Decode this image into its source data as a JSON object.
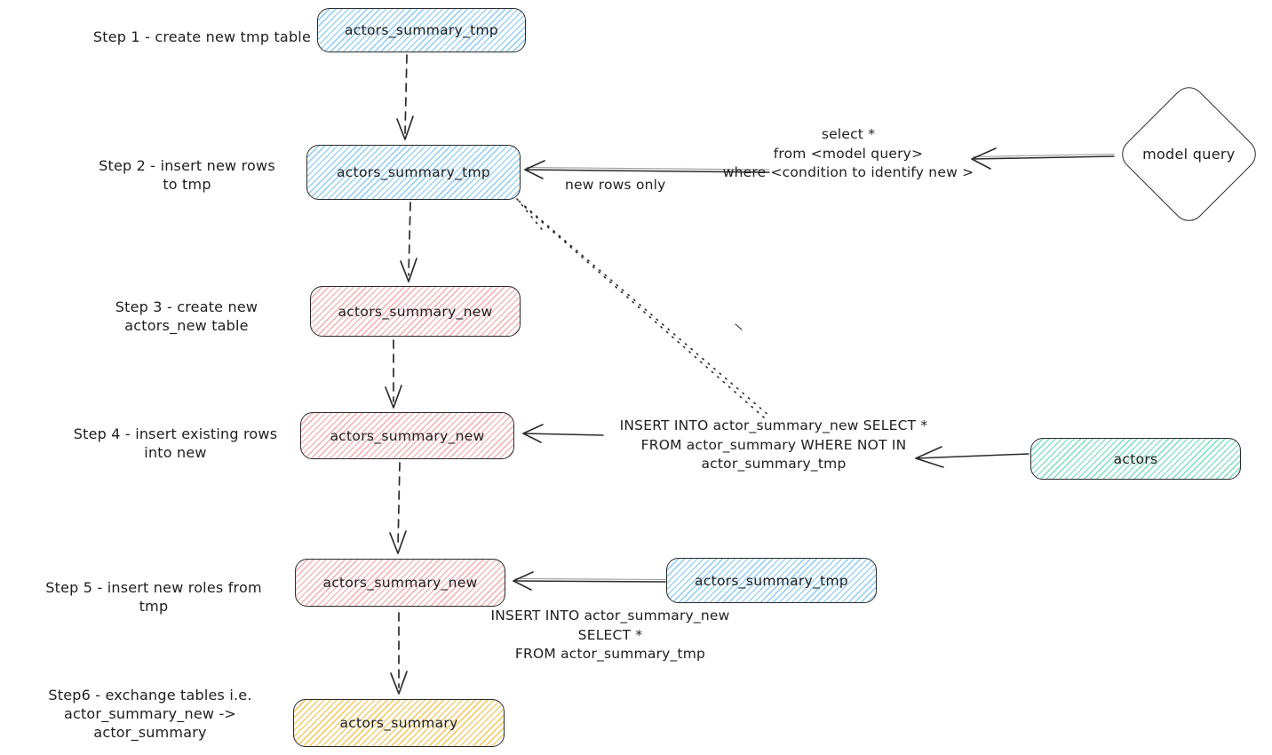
{
  "steps": [
    {
      "label_line1": "Step 1 - create new tmp table",
      "label_line2": "",
      "table": "actors_summary_tmp",
      "fill": "blue"
    },
    {
      "label_line1": "Step 2 - insert new rows",
      "label_line2": "to tmp",
      "table": "actors_summary_tmp",
      "fill": "blue"
    },
    {
      "label_line1": "Step 3 - create new",
      "label_line2": "actors_new table",
      "table": "actors_summary_new",
      "fill": "pink"
    },
    {
      "label_line1": "Step 4 - insert existing rows",
      "label_line2": "into new",
      "table": "actors_summary_new",
      "fill": "pink"
    },
    {
      "label_line1": "Step 5 - insert new roles from tmp",
      "label_line2": "",
      "table": "actors_summary_new",
      "fill": "pink"
    },
    {
      "label_line1": "Step6 - exchange tables i.e.",
      "label_line2": "actor_summary_new -> actor_summary",
      "table": "actors_summary",
      "fill": "yellow"
    }
  ],
  "side_nodes": {
    "model_query": "model query",
    "actors": "actors",
    "tmp_source": "actors_summary_tmp"
  },
  "annotations": {
    "new_rows_only": "new rows only",
    "model_sql_1": "select *",
    "model_sql_2": "from <model query>",
    "model_sql_3": "where <condition to identify new >",
    "insert_existing_1": "INSERT INTO actor_summary_new SELECT *",
    "insert_existing_2": "FROM actor_summary WHERE NOT IN",
    "insert_existing_3": "actor_summary_tmp",
    "insert_new_1": "INSERT INTO actor_summary_new",
    "insert_new_2": "SELECT *",
    "insert_new_3": "FROM actor_summary_tmp"
  },
  "palette": {
    "stroke": "#2b2b2b",
    "blue": "#9ed2f3",
    "pink": "#f5b9b9",
    "green": "#8fe2c4",
    "yellow": "#f3cd72"
  }
}
